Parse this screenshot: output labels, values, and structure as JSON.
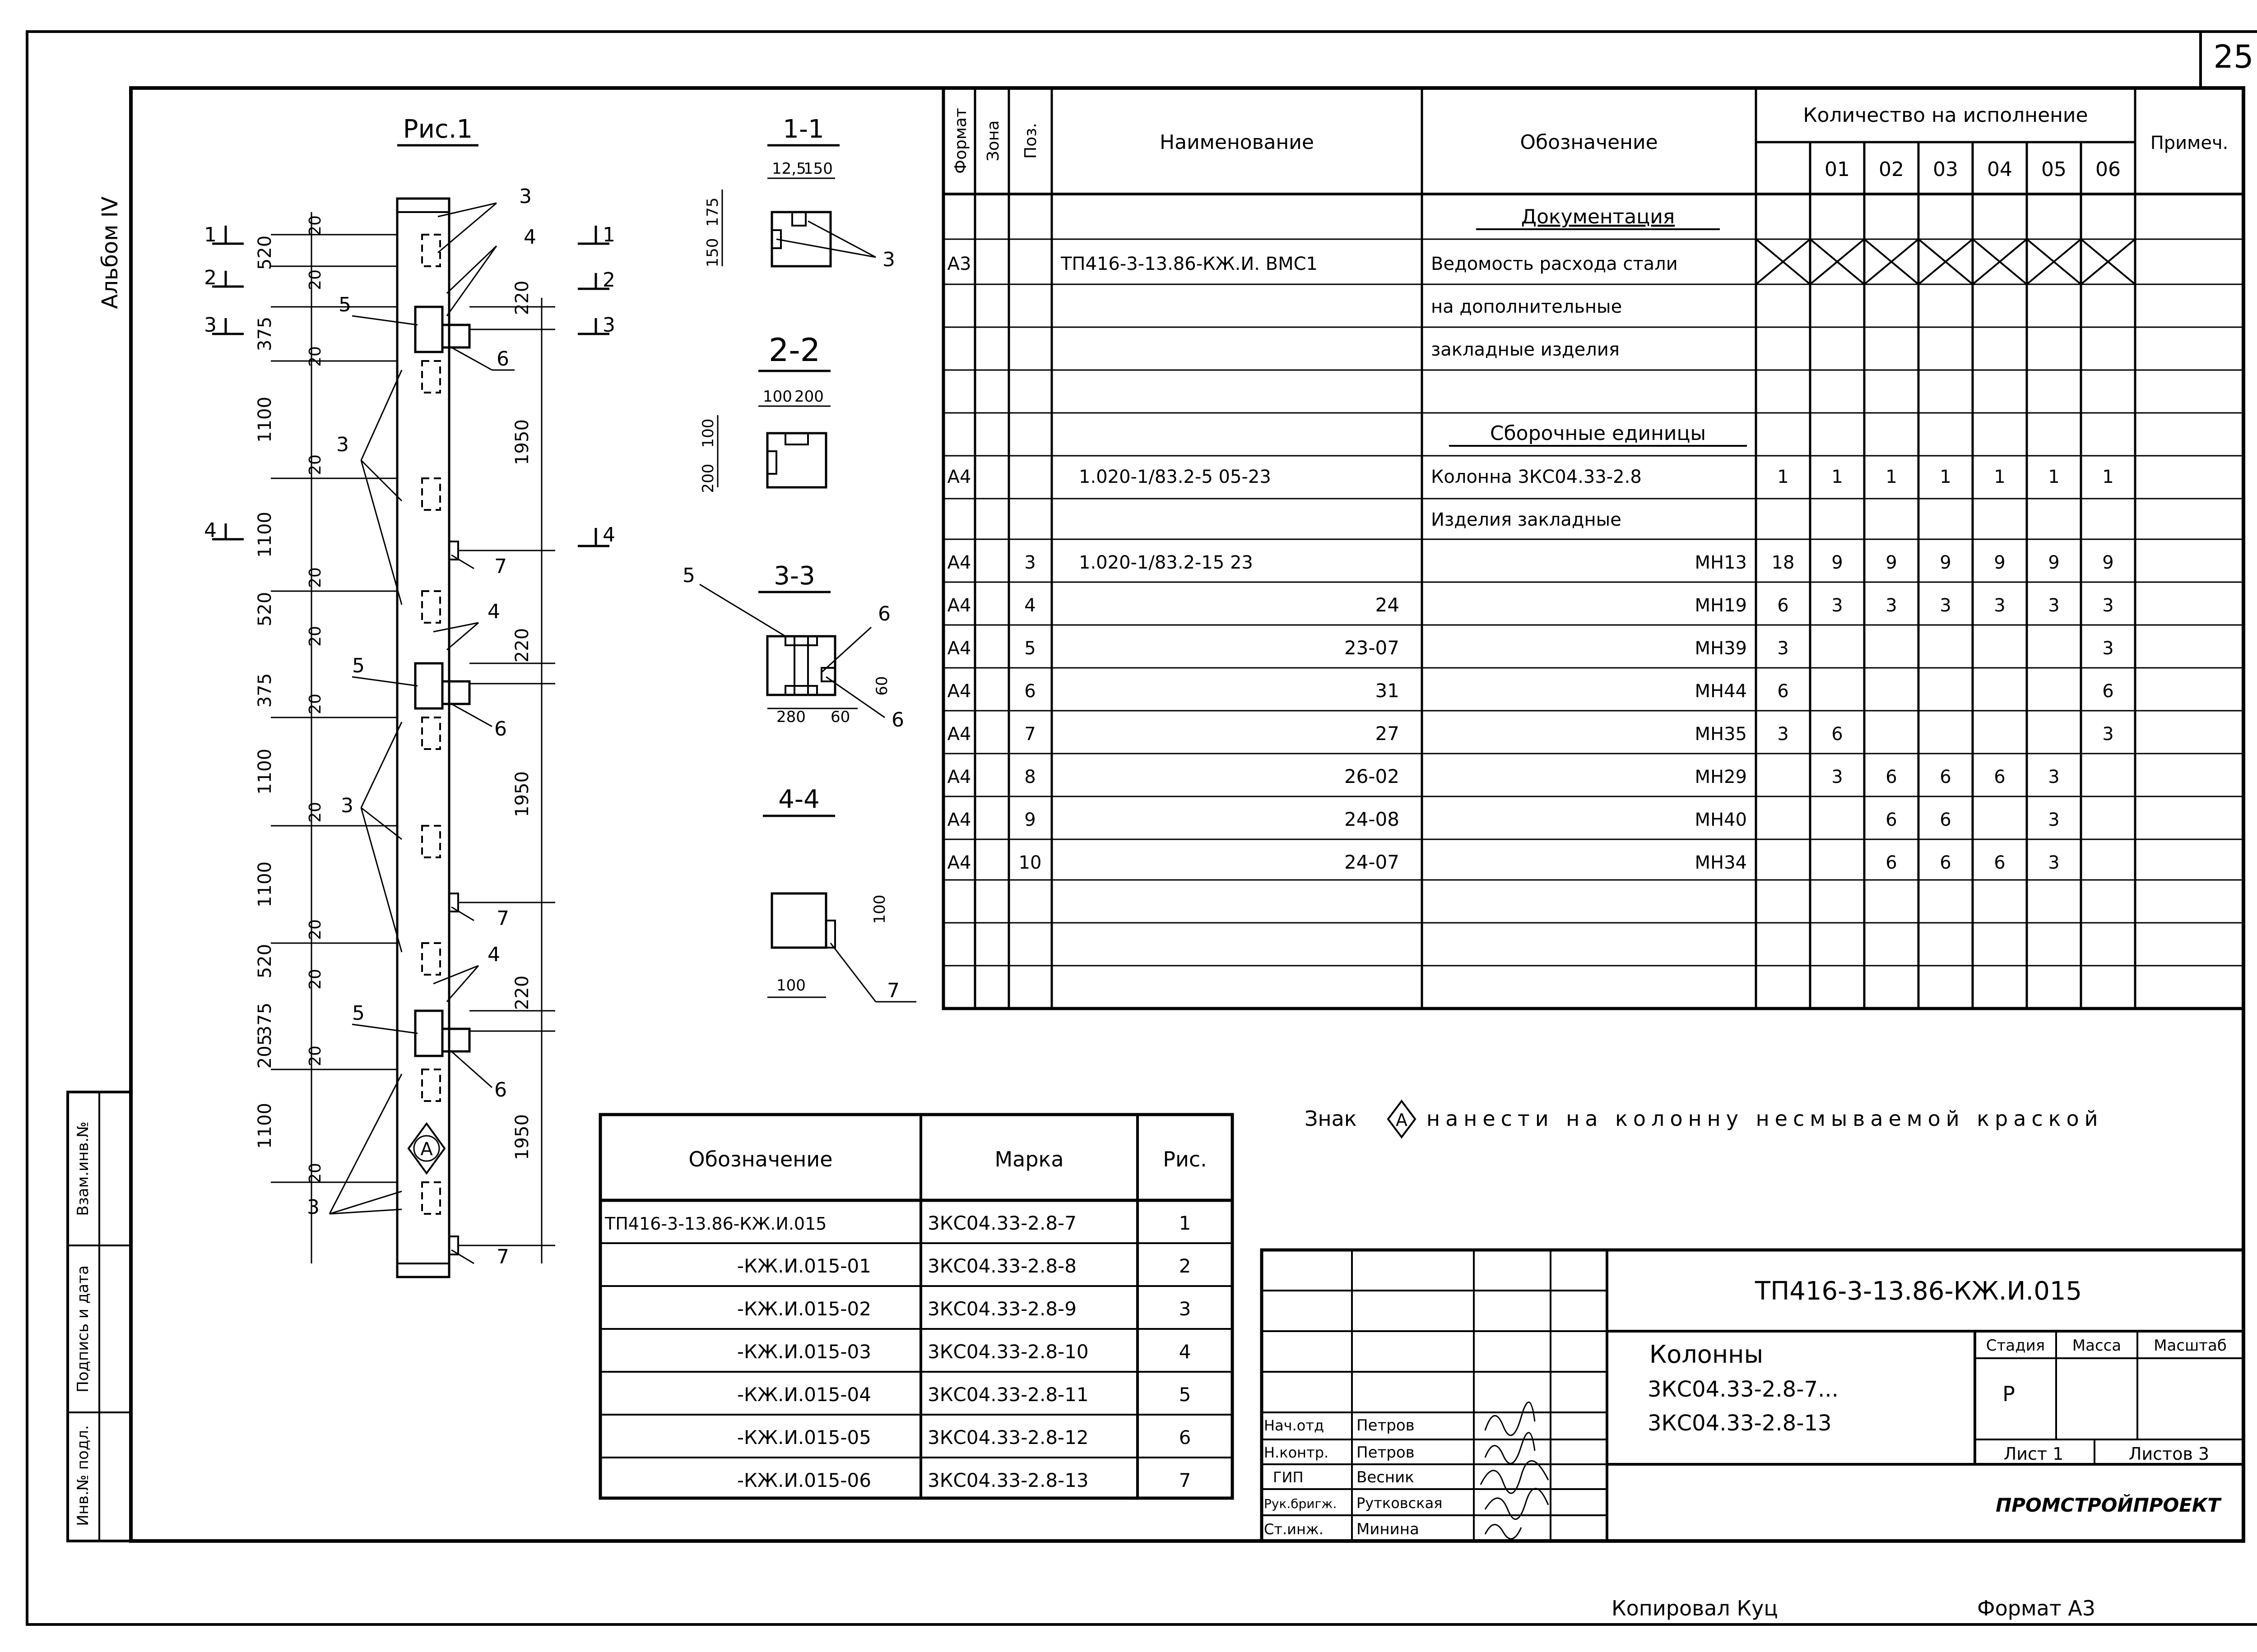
{
  "page_number": "25",
  "album_label": "Альбом IV",
  "left_stamp": [
    "Инв.№ подл.",
    "Подпись и дата",
    "Взам.инв.№"
  ],
  "figure": {
    "title": "Рис.1",
    "sections": [
      "1-1",
      "2-2",
      "3-3",
      "4-4"
    ],
    "section_marks": [
      "1",
      "2",
      "3",
      "4"
    ],
    "mark_A": "А",
    "dims": {
      "d20": "20",
      "d520": "520",
      "d375": "375",
      "d1100": "1100",
      "d1950": "1950",
      "d220": "220",
      "d205": "205",
      "d125": "12,5",
      "d150": "150",
      "d175": "175",
      "d100": "100",
      "d200": "200",
      "d80": "280",
      "d60": "60",
      "d600": "60"
    },
    "callouts": [
      "3",
      "4",
      "5",
      "6",
      "7"
    ]
  },
  "spec": {
    "headers": {
      "format": "Формат",
      "zone": "Зона",
      "pos": "Поз.",
      "name": "Наименование",
      "designation": "Обозначение",
      "qty": "Количество на исполнение",
      "note": "Примеч.",
      "variants": [
        "01",
        "02",
        "03",
        "04",
        "05",
        "06"
      ]
    },
    "section_documentation": "Документация",
    "doc_row": {
      "format": "А3",
      "name": "ТП416-3-13.86-КЖ.И.  ВМС1",
      "designation": [
        "Ведомость расхода стали",
        "на дополнительные",
        "закладные изделия"
      ]
    },
    "section_assembly": "Сборочные единицы",
    "assembly_row": {
      "format": "А4",
      "name": "1.020-1/83.2-5   05-23",
      "designation": "Колонна 3КС04.33-2.8",
      "qty": [
        "1",
        "1",
        "1",
        "1",
        "1",
        "1",
        "1"
      ]
    },
    "section_embedded": "Изделия закладные",
    "rows": [
      {
        "format": "А4",
        "pos": "3",
        "name": "1.020-1/83.2-15  23",
        "designation": "МН13",
        "qty": [
          "18",
          "9",
          "9",
          "9",
          "9",
          "9",
          "9"
        ]
      },
      {
        "format": "А4",
        "pos": "4",
        "name": "24",
        "designation": "МН19",
        "qty": [
          "6",
          "3",
          "3",
          "3",
          "3",
          "3",
          "3"
        ]
      },
      {
        "format": "А4",
        "pos": "5",
        "name": "23-07",
        "designation": "МН39",
        "qty": [
          "3",
          "",
          "",
          "",
          "",
          "",
          "3"
        ]
      },
      {
        "format": "А4",
        "pos": "6",
        "name": "31",
        "designation": "МН44",
        "qty": [
          "6",
          "",
          "",
          "",
          "",
          "",
          "6"
        ]
      },
      {
        "format": "А4",
        "pos": "7",
        "name": "27",
        "designation": "МН35",
        "qty": [
          "3",
          "6",
          "",
          "",
          "",
          "",
          "3"
        ]
      },
      {
        "format": "А4",
        "pos": "8",
        "name": "26-02",
        "designation": "МН29",
        "qty": [
          "",
          "3",
          "6",
          "6",
          "6",
          "3",
          ""
        ]
      },
      {
        "format": "А4",
        "pos": "9",
        "name": "24-08",
        "designation": "МН40",
        "qty": [
          "",
          "",
          "6",
          "6",
          "",
          "3",
          ""
        ]
      },
      {
        "format": "А4",
        "pos": "10",
        "name": "24-07",
        "designation": "МН34",
        "qty": [
          "",
          "",
          "6",
          "6",
          "6",
          "3",
          ""
        ]
      }
    ]
  },
  "note": {
    "before": "Знак",
    "mark": "А",
    "after": "нанести на колонну несмываемой краской"
  },
  "variants_table": {
    "headers": [
      "Обозначение",
      "Марка",
      "Рис."
    ],
    "rows": [
      [
        "ТП416-3-13.86-КЖ.И.015",
        "3КС04.33-2.8-7",
        "1"
      ],
      [
        "-КЖ.И.015-01",
        "3КС04.33-2.8-8",
        "2"
      ],
      [
        "-КЖ.И.015-02",
        "3КС04.33-2.8-9",
        "3"
      ],
      [
        "-КЖ.И.015-03",
        "3КС04.33-2.8-10",
        "4"
      ],
      [
        "-КЖ.И.015-04",
        "3КС04.33-2.8-11",
        "5"
      ],
      [
        "-КЖ.И.015-05",
        "3КС04.33-2.8-12",
        "6"
      ],
      [
        "-КЖ.И.015-06",
        "3КС04.33-2.8-13",
        "7"
      ]
    ]
  },
  "title_block": {
    "code": "ТП416-3-13.86-КЖ.И.015",
    "title_lines": [
      "Колонны",
      "3КС04.33-2.8-7...",
      "3КС04.33-2.8-13"
    ],
    "stage_label": "Стадия",
    "mass_label": "Масса",
    "scale_label": "Масштаб",
    "stage": "Р",
    "sheet_label": "Лист 1",
    "sheets_label": "Листов 3",
    "org": "ПРОМСТРОЙПРОЕКТ",
    "signers": [
      {
        "role": "Нач.отд",
        "name": "Петров"
      },
      {
        "role": "Н.контр.",
        "name": "Петров"
      },
      {
        "role": "ГИП",
        "name": "Весник"
      },
      {
        "role": "Рук.бригж.",
        "name": "Рутковская"
      },
      {
        "role": "Ст.инж.",
        "name": "Минина"
      }
    ]
  },
  "footer": {
    "copied": "Копировал Куц",
    "format": "Формат А3"
  }
}
